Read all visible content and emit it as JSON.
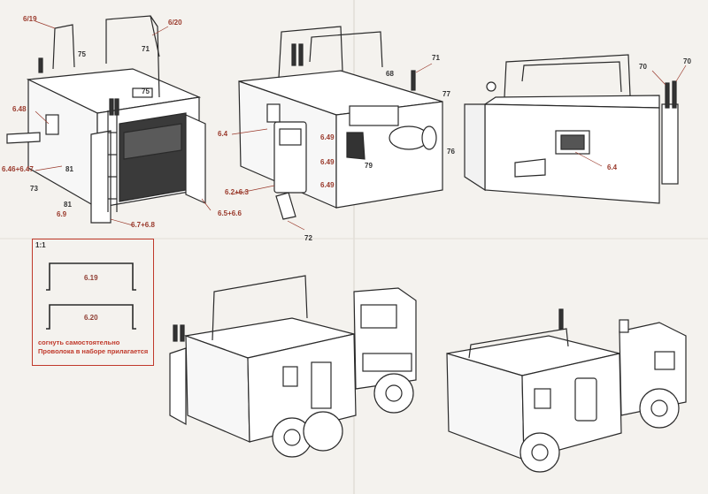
{
  "views": {
    "view1": {
      "callouts": [
        "6/19",
        "6/20",
        "75",
        "71",
        "75",
        "6.48",
        "6.46+6.47",
        "73",
        "81",
        "81",
        "6.9",
        "6.7+6.8"
      ]
    },
    "view2": {
      "callouts": [
        "71",
        "68",
        "77",
        "6.4",
        "6.49",
        "6.49",
        "6.49",
        "79",
        "76",
        "6.2+6.3",
        "6.5+6.6",
        "72"
      ]
    },
    "view3": {
      "callouts": [
        "70",
        "70",
        "6.4"
      ]
    }
  },
  "scale_box": {
    "scale": "1:1",
    "wire_a_label": "6.19",
    "wire_b_label": "6.20",
    "note_line1": "согнуть самостоятельно",
    "note_line2": "Проволока в наборе прилагается"
  },
  "colors": {
    "line": "#2a2a2a",
    "callout": "#9a3a2c",
    "note": "#c0392b",
    "paper": "#f4f2ee"
  }
}
